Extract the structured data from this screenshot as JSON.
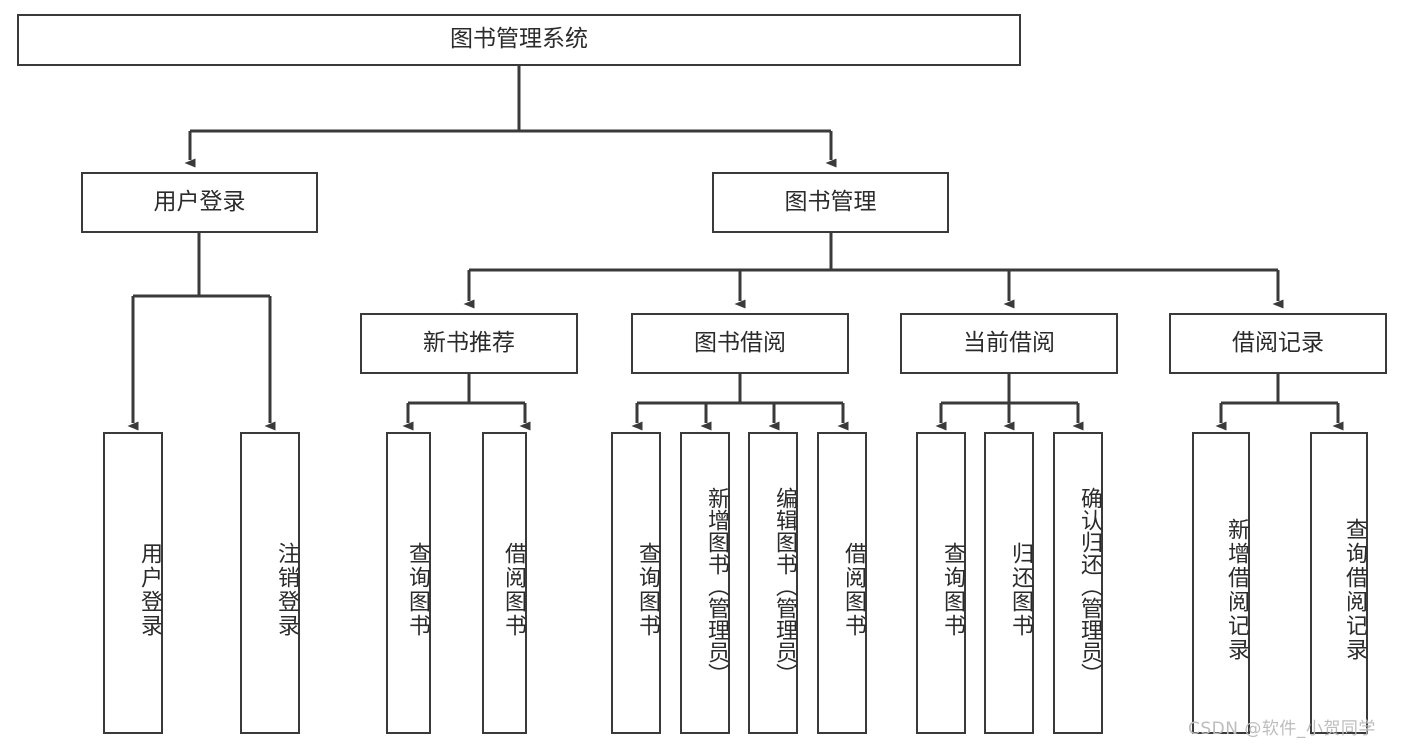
{
  "diagram": {
    "title": "图书管理系统",
    "type": "tree-hierarchy",
    "colors": {
      "border": "#3a3a3a",
      "text": "#2b2b2b",
      "background": "#ffffff",
      "watermark": "#bdbdbd"
    },
    "root": {
      "label": "图书管理系统"
    },
    "level2": [
      {
        "label": "用户登录"
      },
      {
        "label": "图书管理"
      }
    ],
    "level3": [
      {
        "label": "新书推荐"
      },
      {
        "label": "图书借阅"
      },
      {
        "label": "当前借阅"
      },
      {
        "label": "借阅记录"
      }
    ],
    "leaves": {
      "user_login": [
        {
          "label": "用户登录"
        },
        {
          "label": "注销登录"
        }
      ],
      "new_book_recommend": [
        {
          "label": "查询图书"
        },
        {
          "label": "借阅图书"
        }
      ],
      "book_borrow": [
        {
          "label": "查询图书"
        },
        {
          "label": "新增图书（管理员）"
        },
        {
          "label": "编辑图书（管理员）"
        },
        {
          "label": "借阅图书"
        }
      ],
      "current_borrow": [
        {
          "label": "查询图书"
        },
        {
          "label": "归还图书"
        },
        {
          "label": "确认归还（管理员）"
        }
      ],
      "borrow_record": [
        {
          "label": "新增借阅记录"
        },
        {
          "label": "查询借阅记录"
        }
      ]
    }
  },
  "watermark": {
    "text": "CSDN @软件_小贺同学"
  }
}
